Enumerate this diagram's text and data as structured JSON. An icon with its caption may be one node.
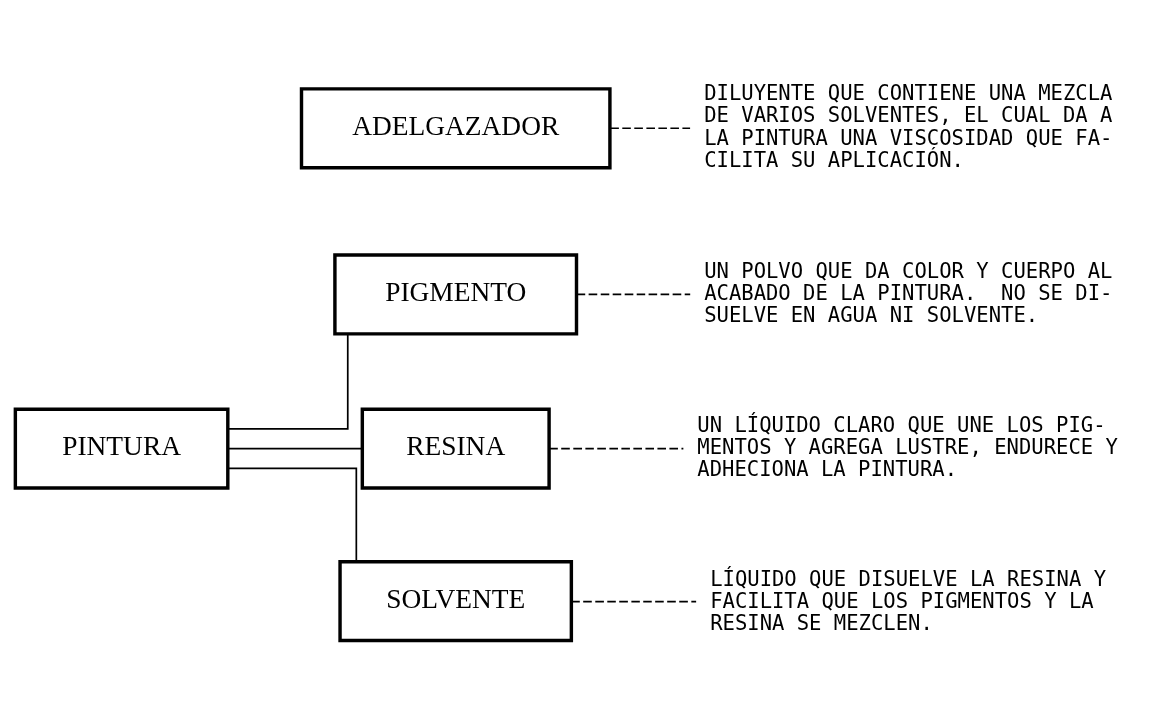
{
  "diagram": {
    "nodes": [
      {
        "text": [
          "PINTURA"
        ]
      },
      {
        "text": [
          "PIGMENTO"
        ]
      },
      {
        "text": [
          "UN POLVO QUE DA COLOR Y CUERPO AL ACABADO DE LA PINTURA.  NO SE DI-SUELVE EN AGUA NI SOLVENTE."
        ]
      },
      {
        "text": [
          "RESINA"
        ]
      },
      {
        "text": [
          "UN LÍQUIDO CLARO QUE UNE LOS PIG-MENTOS Y AGREGA LUSTRE, ENDURECE Y ADHECIONA LA PINTURA."
        ]
      },
      {
        "text": [
          "SOLVENTE"
        ]
      },
      {
        "text": [
          "LÍQUIDO QUE DISUELVE LA RESINA Y FACILITA QUE LOS PIGMENTOS Y LA RESINA SE MEZCLEN."
        ]
      },
      {
        "text": [
          "ADELGAZADOR"
        ]
      },
      {
        "text": [
          "DILUYENTE QUE CONTIENE UNA MEZCLA DE VARIOS SOLVENTES, EL CUAL DA A LA PINTURA UNA VISCOSIDAD QUE FA-CILITA SU APLICACIÓN."
        ]
      }
    ],
    "edges": [
      {
        "from": 0,
        "to": 1,
        "arrow": "none"
      },
      {
        "from": 0,
        "to": 3,
        "arrow": "none"
      },
      {
        "from": 0,
        "to": 5,
        "arrow": "none"
      },
      {
        "from": 1,
        "to": 2,
        "arrow": "none",
        "style": "dashed"
      },
      {
        "from": 3,
        "to": 4,
        "arrow": "none",
        "style": "dashed"
      },
      {
        "from": 5,
        "to": 6,
        "arrow": "none",
        "style": "dashed"
      },
      {
        "from": 7,
        "to": 8,
        "arrow": "none",
        "style": "dashed"
      }
    ]
  }
}
